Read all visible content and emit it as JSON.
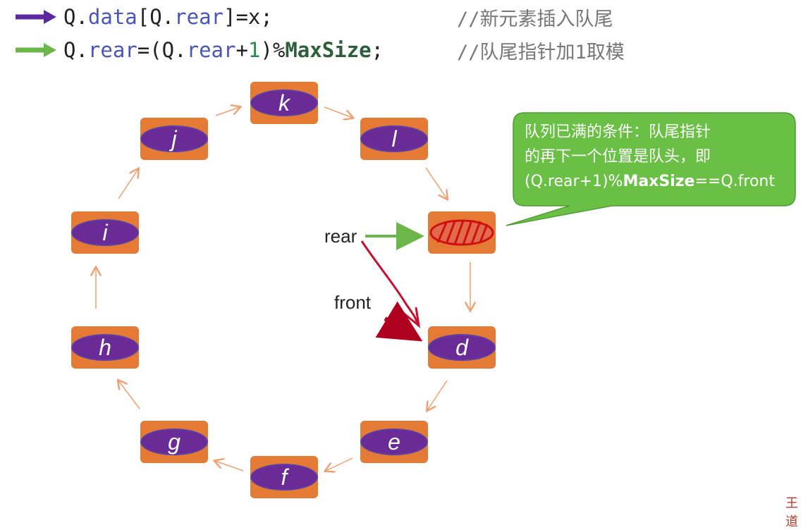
{
  "code": {
    "line1": {
      "text_a": "Q.",
      "text_b": "data",
      "text_c": "[Q.",
      "text_d": "rear",
      "text_e": "]=x;",
      "comment": "//新元素插入队尾",
      "arrow_color": "#5b2a9d"
    },
    "line2": {
      "text_a": "Q.",
      "text_b": "rear",
      "text_c": "=(Q.",
      "text_d": "rear",
      "text_e": "+",
      "text_f": "1",
      "text_g": ")%",
      "text_h": "MaxSize",
      "text_i": ";",
      "comment": "//队尾指针加1取模",
      "arrow_color": "#6db64a"
    }
  },
  "nodes": {
    "k": "k",
    "l": "l",
    "c": "",
    "d": "d",
    "e": "e",
    "f": "f",
    "g": "g",
    "h": "h",
    "i": "i",
    "j": "j"
  },
  "labels": {
    "rear": "rear",
    "front": "front"
  },
  "callout": {
    "line1": "队列已满的条件：队尾指针",
    "line2": "的再下一个位置是队头，即",
    "line3_a": "(Q.rear+1)%",
    "line3_b": "MaxSize",
    "line3_c": "==Q.front",
    "color": "#6abf45"
  },
  "colors": {
    "node_fill": "#e47a34",
    "ellipse_fill": "#6a2b97",
    "ring_arrow": "#f0a070",
    "rear_arrow": "#6db64a",
    "front_arrow": "#b00020"
  },
  "corner": "王道"
}
